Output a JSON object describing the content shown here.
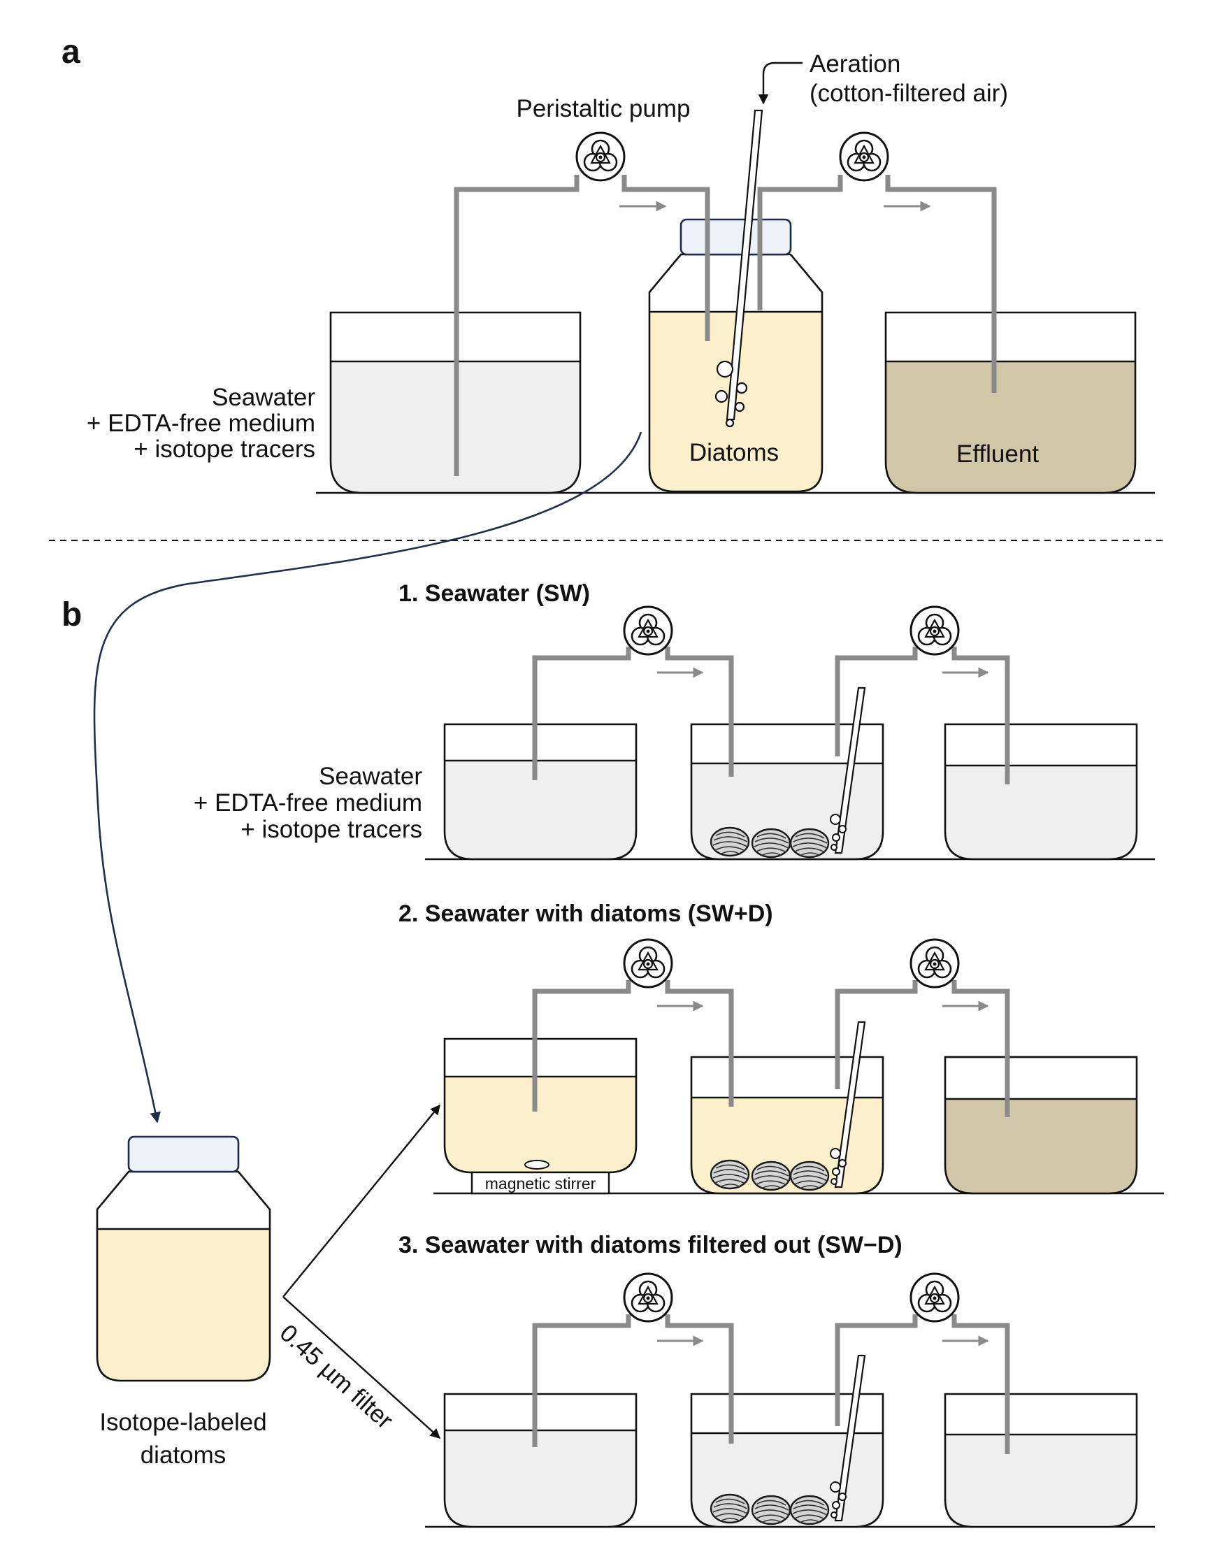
{
  "panels": {
    "a": {
      "letter": "a",
      "pump_label": "Peristaltic pump",
      "aeration_label_line1": "Aeration",
      "aeration_label_line2": "(cotton-filtered air)",
      "source_label": [
        "Seawater",
        "+ EDTA-free medium",
        "+ isotope tracers"
      ],
      "culture_label": "Diatoms",
      "effluent_label": "Effluent"
    },
    "b": {
      "letter": "b",
      "treatments": [
        {
          "heading": "1. Seawater (SW)",
          "source_label": [
            "Seawater",
            "+ EDTA-free medium",
            "+ isotope tracers"
          ]
        },
        {
          "heading": "2. Seawater with diatoms (SW+D)",
          "stirrer_label": "magnetic stirrer"
        },
        {
          "heading": "3. Seawater with diatoms filtered out (SW−D)"
        }
      ],
      "bottle_label": [
        "Isotope-labeled",
        "diatoms"
      ],
      "filter_label": "0.45 µm filter"
    }
  },
  "colors": {
    "seawater": "#efefef",
    "diatom_culture": "#fcf0cc",
    "effluent": "#d0c6a8",
    "tubing": "#8a8a8a",
    "transfer_arrow": "#1f2f4a"
  },
  "icons": [
    "peristaltic-pump-icon",
    "aeration-tube-icon",
    "clam-icon",
    "flow-arrow-icon"
  ]
}
